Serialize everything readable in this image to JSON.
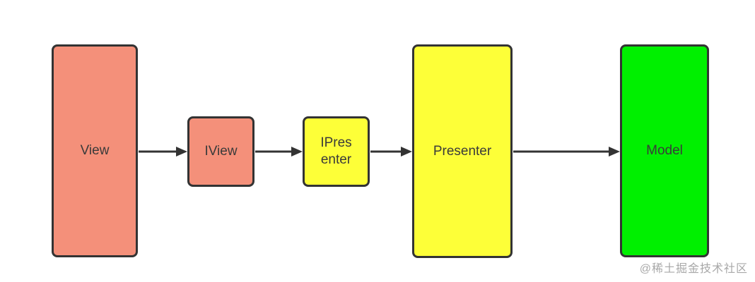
{
  "diagram": {
    "type": "flow-diagram",
    "description": "MVP architecture flow",
    "nodes": [
      {
        "id": "view",
        "label": "View",
        "color": "#f4907a"
      },
      {
        "id": "iview",
        "label": "IView",
        "color": "#f4907a"
      },
      {
        "id": "ipresenter",
        "label": "IPres\nenter",
        "color": "#fdff38"
      },
      {
        "id": "presenter",
        "label": "Presenter",
        "color": "#fdff38"
      },
      {
        "id": "model",
        "label": "Model",
        "color": "#00f000"
      }
    ],
    "edges": [
      {
        "from": "View",
        "to": "IView"
      },
      {
        "from": "IView",
        "to": "IPresenter"
      },
      {
        "from": "IPresenter",
        "to": "Presenter"
      },
      {
        "from": "Presenter",
        "to": "Model"
      }
    ],
    "colors": {
      "stroke": "#333333",
      "arrow": "#333333",
      "background": "#ffffff",
      "watermark_text": "#a8a8a8"
    },
    "watermark": "@稀土掘金技术社区"
  }
}
